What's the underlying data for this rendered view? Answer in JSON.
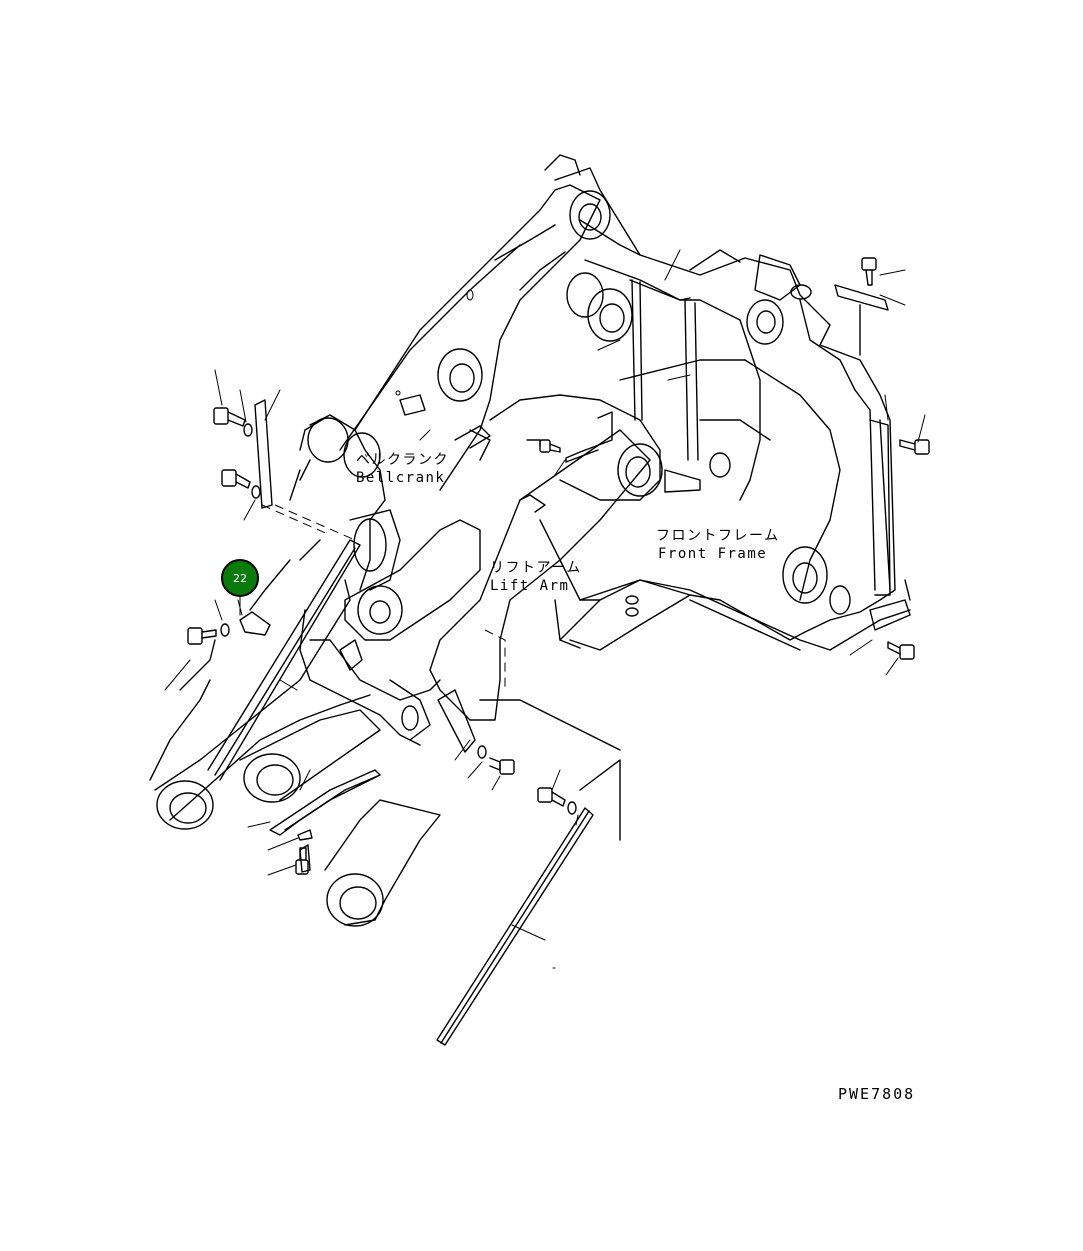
{
  "labels": {
    "bellcrank_jp": "ベルクランク",
    "bellcrank_en": "Bellcrank",
    "lift_arm_jp": "リフトアーム",
    "lift_arm_en": "Lift Arm",
    "front_frame_jp": "フロントフレーム",
    "front_frame_en": "Front Frame"
  },
  "callout": {
    "number": "22",
    "color": "#0a7a0a",
    "ring_color": "#000000"
  },
  "drawing_code": "PWE7808"
}
